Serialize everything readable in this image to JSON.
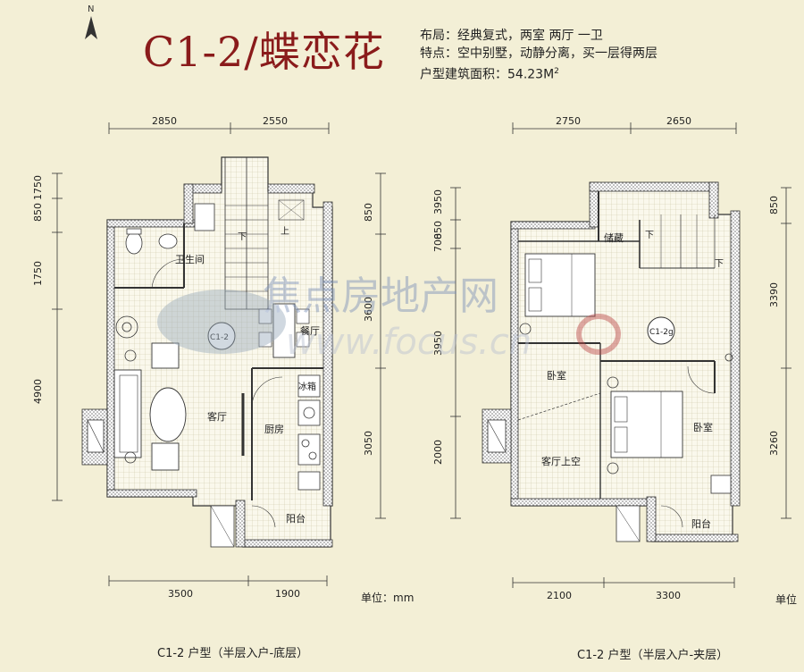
{
  "north": "N",
  "title": "C1-2/蝶恋花",
  "info": {
    "layout": "布局：经典复式，两室 两厅 一卫",
    "feature": "特点：空中别墅，动静分离，买一层得两层",
    "area_prefix": "户型建筑面积：54.23M",
    "area_sup": "2"
  },
  "watermark": {
    "name": "焦点房地产网",
    "url": "www.focus.cn"
  },
  "floor1": {
    "caption": "C1-2 户型（半层入户-底层）",
    "unit": "单位：mm",
    "top_dims": [
      "2850",
      "2550"
    ],
    "bottom_dims": [
      "3500",
      "1900"
    ],
    "left_dims": [
      "1750",
      "850",
      "1750",
      "4900"
    ],
    "right_dims": [
      "850",
      "3600",
      "3050"
    ],
    "rooms": {
      "bath": "卫生间",
      "dining": "餐厅",
      "fridge": "冰箱",
      "living": "客厅",
      "kitchen": "厨房",
      "balcony": "阳台",
      "tag": "C1-2",
      "up": "上",
      "down": "下"
    }
  },
  "floor2": {
    "caption": "C1-2 户型（半层入户-夹层）",
    "unit": "单位",
    "top_dims": [
      "2750",
      "2650"
    ],
    "bottom_dims": [
      "2100",
      "3300"
    ],
    "left_dims": [
      "3950",
      "850",
      "700",
      "3950",
      "2000"
    ],
    "right_dims": [
      "850",
      "3390",
      "3260"
    ],
    "rooms": {
      "storage": "储藏",
      "bed1": "卧室",
      "bed2": "卧室",
      "void": "客厅上空",
      "balcony": "阳台",
      "tag": "C1-2g",
      "down1": "下",
      "down2": "下"
    }
  }
}
